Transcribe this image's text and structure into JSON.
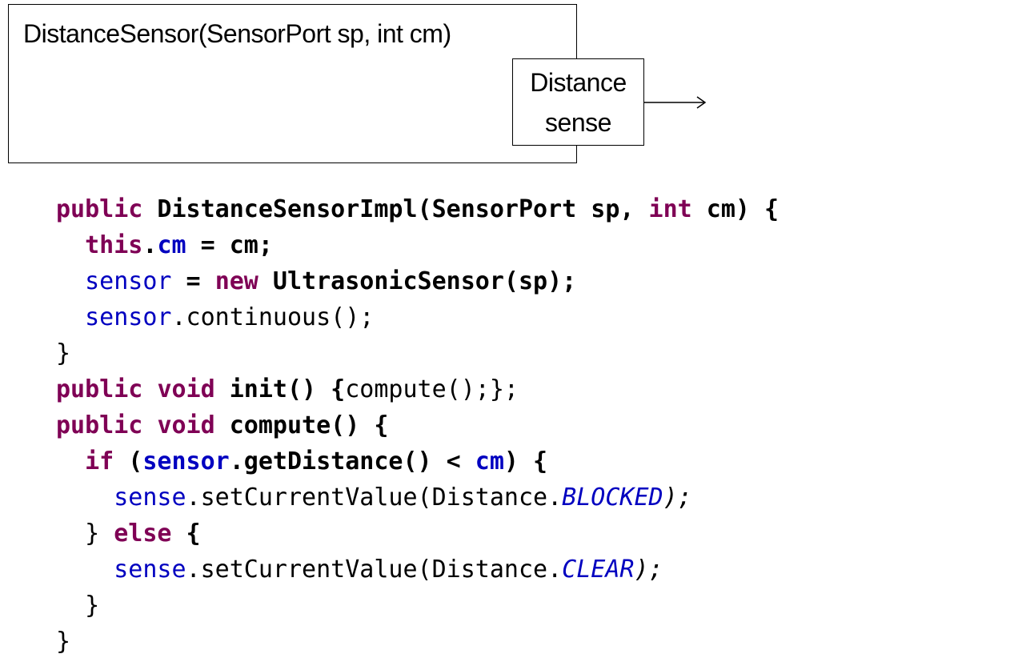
{
  "diagram": {
    "component_title": "DistanceSensor(SensorPort sp, int cm)",
    "port": {
      "line1": "Distance",
      "line2": "sense"
    }
  },
  "code": {
    "l1": {
      "kw1": "public",
      "sig": " DistanceSensorImpl(SensorPort sp, ",
      "kw2": "int",
      "rest": " cm) {"
    },
    "l2": {
      "indent": "  ",
      "kw": "this",
      "dot": ".",
      "field": "cm",
      "rest": " = cm;"
    },
    "l3": {
      "indent": "  ",
      "field": "sensor",
      "eq": " = ",
      "kw": "new",
      "rest": " UltrasonicSensor(sp);"
    },
    "l4": {
      "indent": "  ",
      "field": "sensor",
      "rest": ".continuous();"
    },
    "l5": {
      "text": "}"
    },
    "l6": {
      "kw1": "public",
      "sp": " ",
      "kw2": "void",
      "name": " init() {",
      "body": "compute();};"
    },
    "l7": {
      "kw1": "public",
      "sp": " ",
      "kw2": "void",
      "rest": " compute() {"
    },
    "l8": {
      "indent": "  ",
      "kw": "if",
      "open": " (",
      "field": "sensor",
      "call": ".getDistance() < ",
      "field2": "cm",
      "close": ") {"
    },
    "l9": {
      "indent": "    ",
      "field": "sense",
      "call": ".setCurrentValue(Distance.",
      "const": "BLOCKED",
      "end": ");"
    },
    "l10": {
      "indent": "  ",
      "brace": "} ",
      "kw": "else",
      "rest": " {"
    },
    "l11": {
      "indent": "    ",
      "field": "sense",
      "call": ".setCurrentValue(Distance.",
      "const": "CLEAR",
      "end": ");"
    },
    "l12": {
      "indent": "  ",
      "text": "}"
    },
    "l13": {
      "text": "}"
    }
  },
  "colors": {
    "keyword": "#7f0055",
    "field": "#0000c0",
    "text": "#000000"
  }
}
